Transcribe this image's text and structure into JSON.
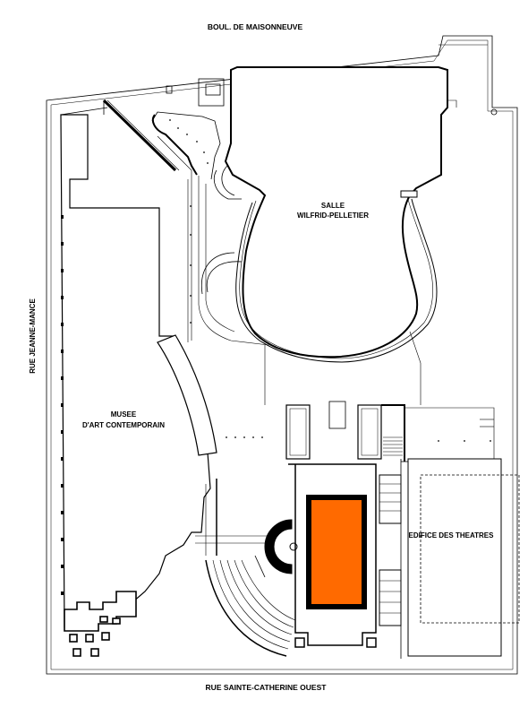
{
  "streets": {
    "north": "BOUL. DE MAISONNEUVE",
    "west": "RUE JEANNE-MANCE",
    "south": "RUE SAINTE-CATHERINE OUEST"
  },
  "buildings": {
    "salle": {
      "line1": "SALLE",
      "line2": "WILFRID-PELLETIER"
    },
    "musee": {
      "line1": "MUSEE",
      "line2": "D'ART CONTEMPORAIN"
    },
    "theatres": "EDIFICE DES THEATRES"
  },
  "colors": {
    "highlight": "#ff6a00",
    "line": "#000000",
    "background": "#ffffff"
  }
}
